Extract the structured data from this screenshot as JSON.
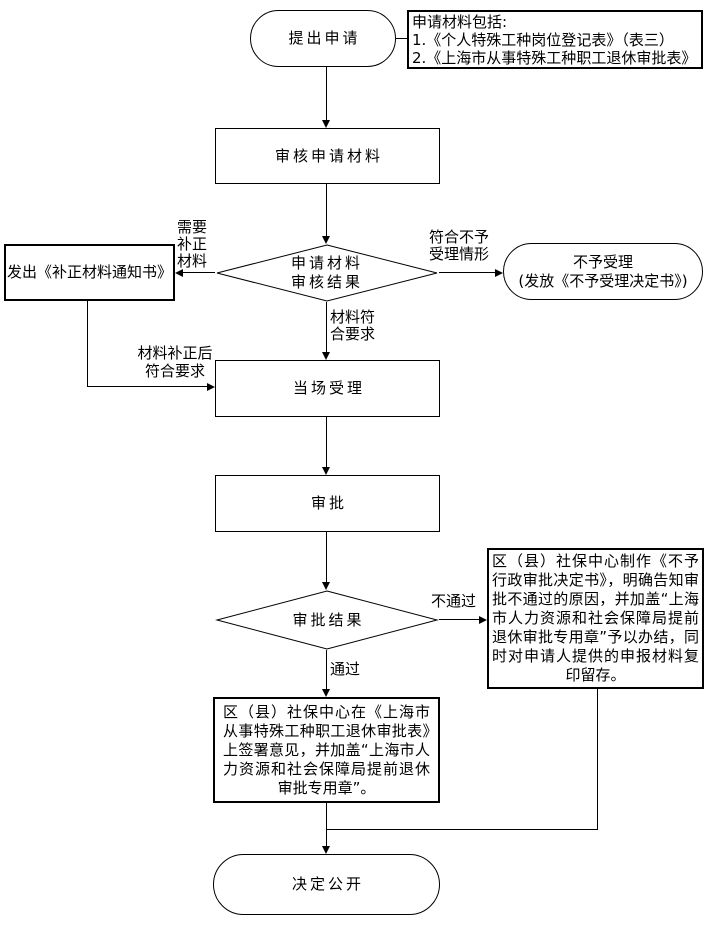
{
  "colors": {
    "background": "#ffffff",
    "line": "#000000",
    "text": "#000000"
  },
  "nodes": {
    "start": {
      "label": "提出申请"
    },
    "materials_note": {
      "lines": [
        "申请材料包括:",
        "1.《个人特殊工种岗位登记表》（表三）",
        "2.《上海市从事特殊工种职工退休审批表》"
      ]
    },
    "review_materials": {
      "label": "审核申请材料"
    },
    "review_result": {
      "label": "申请材料审核结果"
    },
    "issue_correction": {
      "label": "发出《补正材料通知书》"
    },
    "reject": {
      "title": "不予受理",
      "subtitle": "(发放《不予受理决定书》)"
    },
    "accept_onsite": {
      "label": "当场受理"
    },
    "approve": {
      "label": "审批"
    },
    "approve_result": {
      "label": "审批结果"
    },
    "reject_detail": {
      "text": "区（县）社保中心制作《不予行政审批决定书》，明确告知审批不通过的原因，并加盖“上海市人力资源和社会保障局提前退休审批专用章”予以办结，同时对申请人提供的申报材料复印留存。"
    },
    "approve_detail": {
      "text": "区（县）社保中心在《上海市从事特殊工种职工退休审批表》上签署意见，并加盖“上海市人力资源和社会保障局提前退休审批专用章”。"
    },
    "publish": {
      "label": "决定公开"
    }
  },
  "edge_labels": {
    "need_correction": "需要补正材料",
    "meets_rejection": "符合不予受理情形",
    "materials_ok": "材料符合要求",
    "corrected_ok": "材料补正后符合要求",
    "not_pass": "不通过",
    "pass": "通过"
  }
}
